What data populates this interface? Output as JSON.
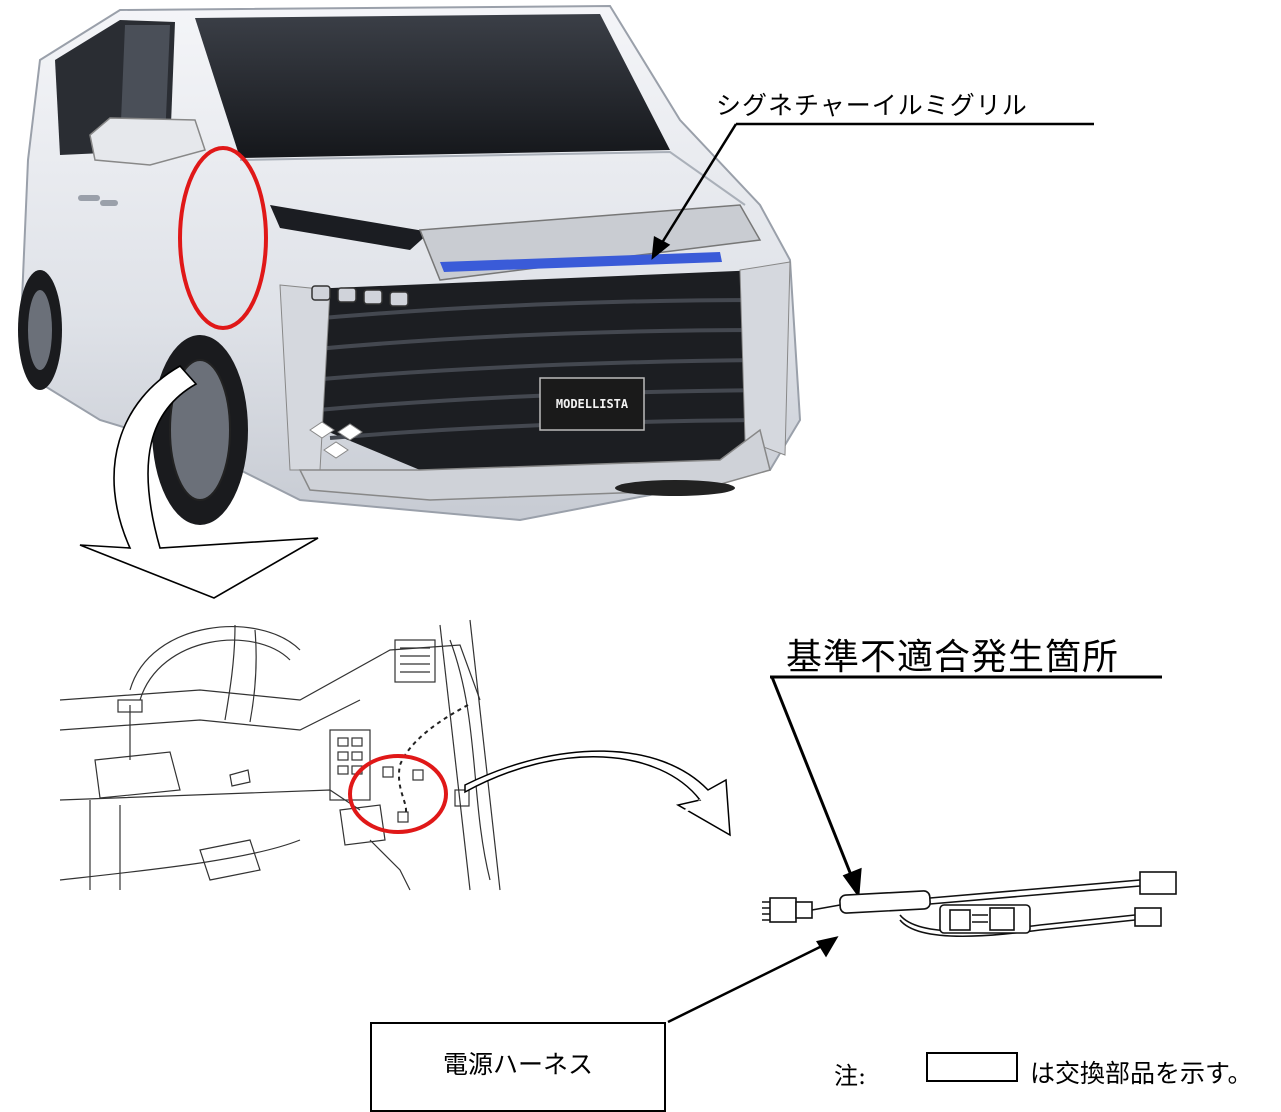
{
  "callouts": {
    "grille_label": "シグネチャーイルミグリル",
    "noncompliance_label": "基準不適合発生箇所",
    "harness_label": "電源ハーネス"
  },
  "vehicle": {
    "plate_text": "MODELLISTA",
    "body_color": "#e8eaee",
    "grille_light_color": "#3a5bd8",
    "highlight_color": "#e01818"
  },
  "legend": {
    "note_label": "注:",
    "note_text": "は交換部品を示す。"
  }
}
